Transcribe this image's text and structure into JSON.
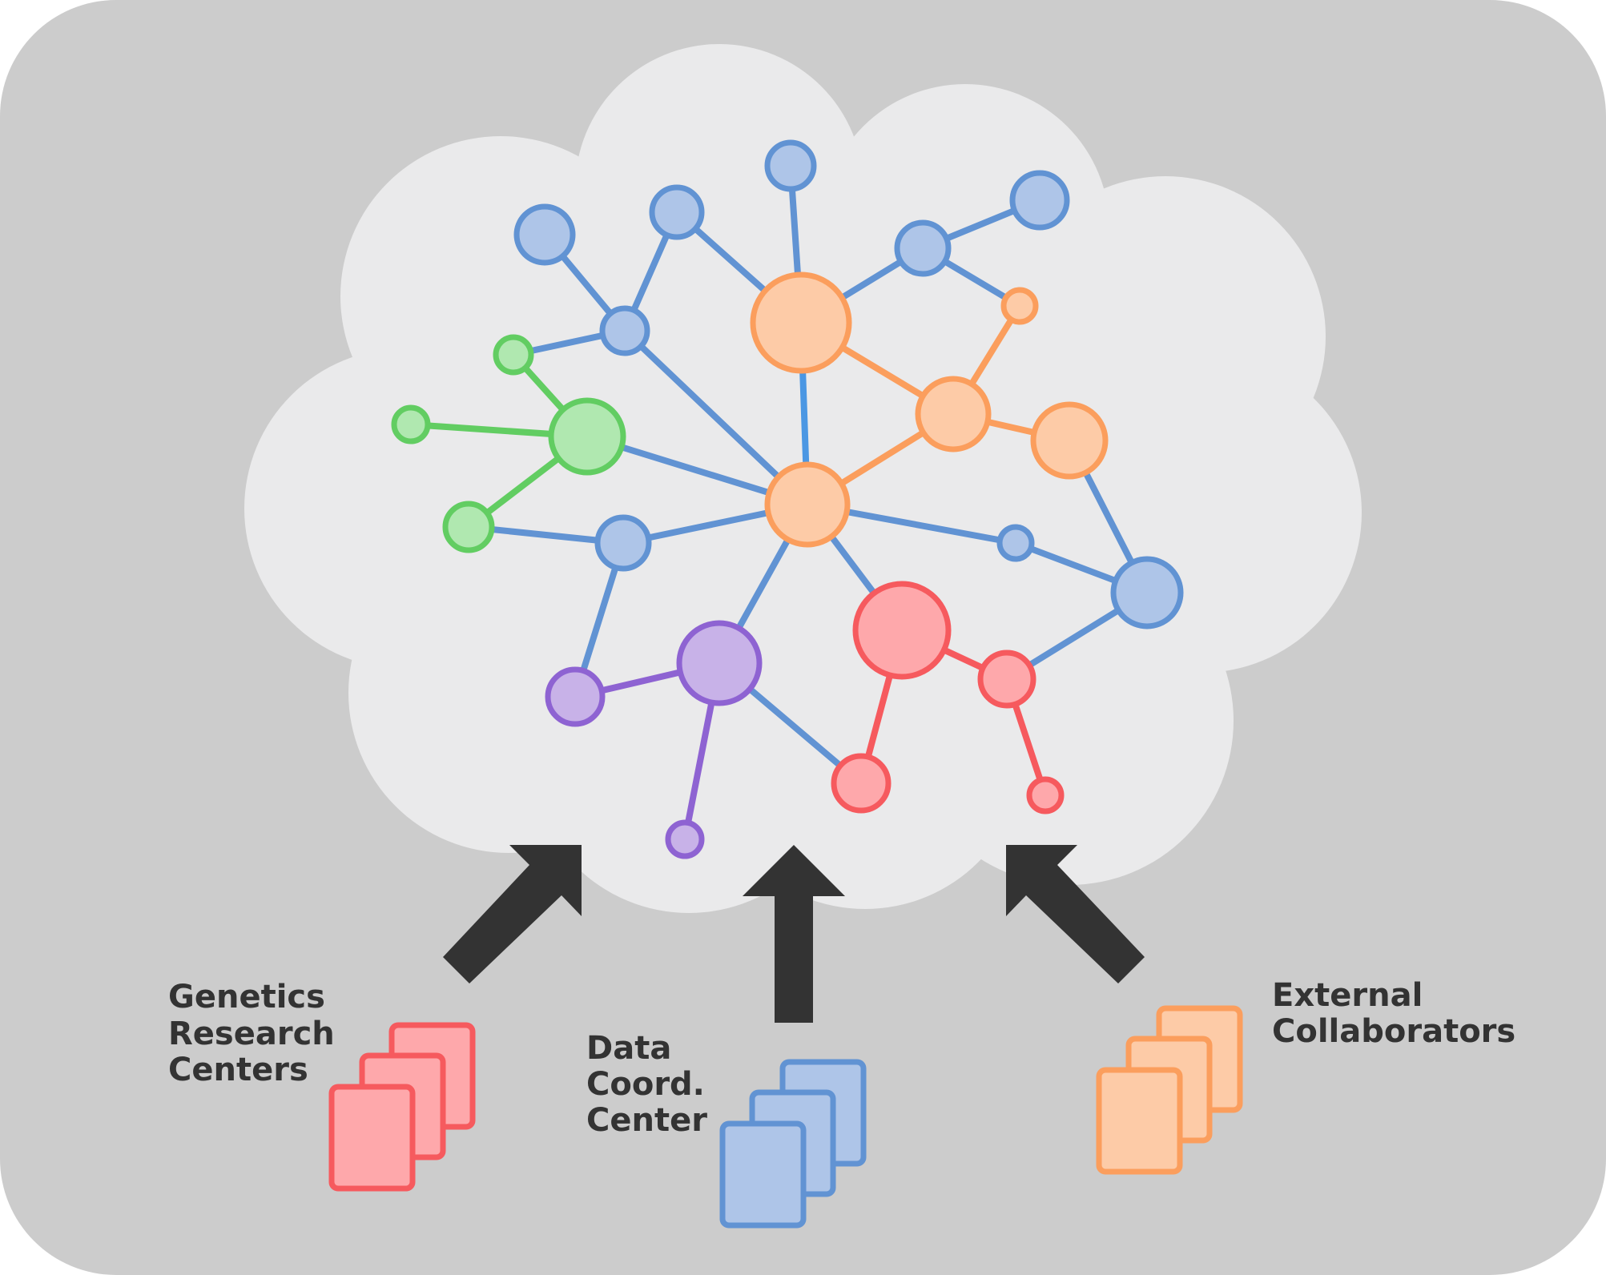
{
  "labels": {
    "genetics": [
      "Genetics",
      "Research",
      "Centers"
    ],
    "dcc": [
      "Data",
      "Coord.",
      "Center"
    ],
    "external": [
      "External",
      "Collaborators"
    ]
  },
  "colors": {
    "background": "#cccccc",
    "cloud": "#eaeaeb",
    "text": "#333333",
    "arrow": "#333333",
    "blue": {
      "fill": "#aec5e8",
      "stroke": "#6193d3"
    },
    "orange": {
      "fill": "#fdcba7",
      "stroke": "#fb9e5d"
    },
    "green": {
      "fill": "#b0e8b0",
      "stroke": "#62cd62"
    },
    "purple": {
      "fill": "#c8b2e8",
      "stroke": "#8e63d2"
    },
    "red": {
      "fill": "#fea8ab",
      "stroke": "#f65a5e"
    }
  }
}
